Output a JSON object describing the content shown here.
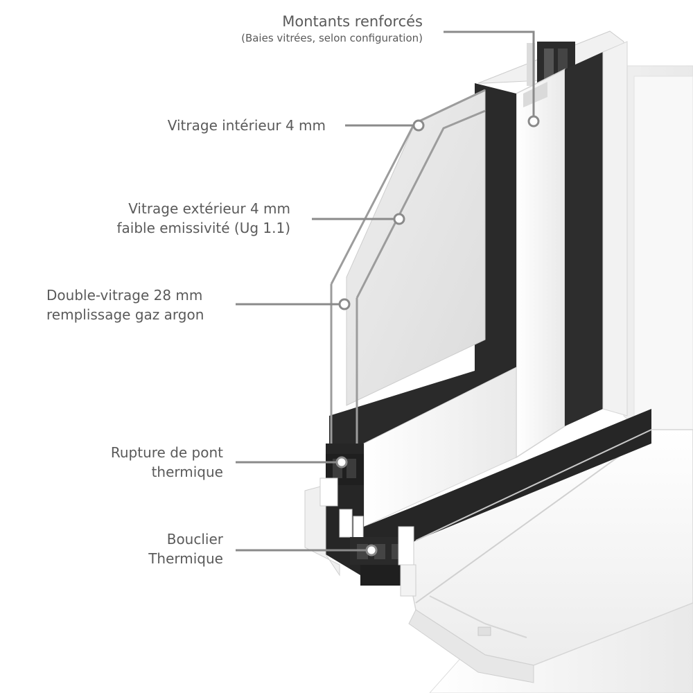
{
  "callouts": {
    "montants": {
      "title": "Montants renforcés",
      "subtitle": "(Baies vitrées, selon configuration)"
    },
    "vitrage_interieur": {
      "line1": "Vitrage intérieur 4 mm"
    },
    "vitrage_exterieur": {
      "line1": "Vitrage extérieur 4 mm",
      "line2": "faible emissivité (Ug 1.1)"
    },
    "double_vitrage": {
      "line1": "Double-vitrage 28 mm",
      "line2": "remplissage gaz argon"
    },
    "rupture": {
      "line1": "Rupture de pont",
      "line2": "thermique"
    },
    "bouclier": {
      "line1": "Bouclier",
      "line2": "Thermique"
    }
  },
  "colors": {
    "profile_white": "#f4f4f4",
    "profile_shadow": "#d9d9d9",
    "gasket_dark": "#2b2b2b",
    "glass": "#e6e6e6",
    "leader": "#8a8a8a",
    "text": "#5a5a5a"
  }
}
